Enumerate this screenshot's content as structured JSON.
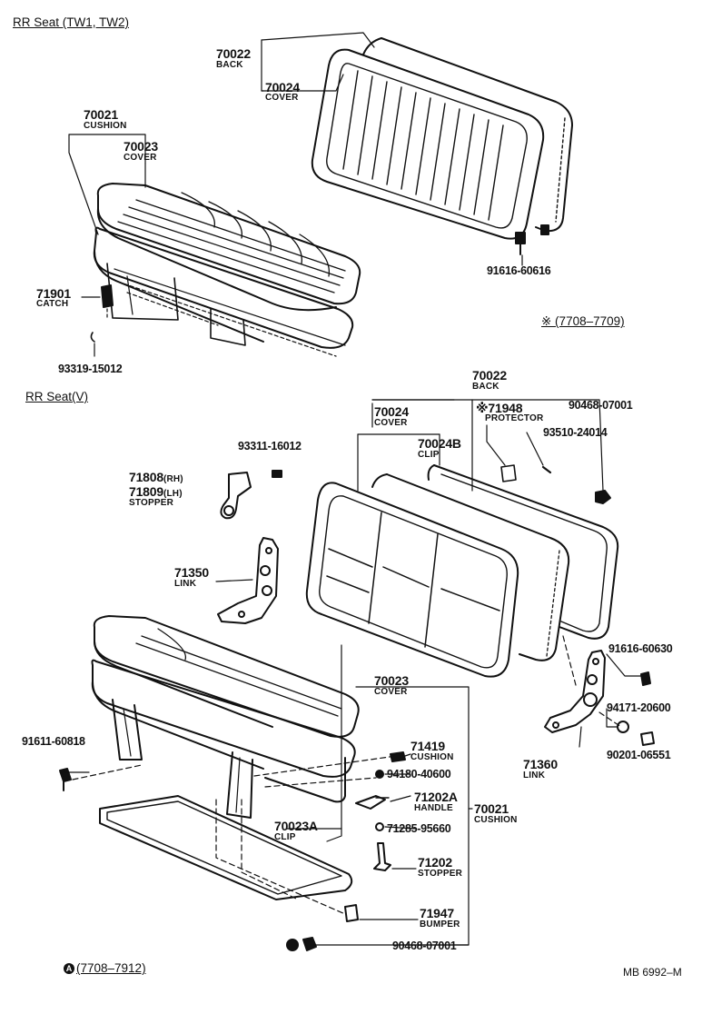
{
  "section_tw": {
    "title": "RR Seat (TW1, TW2)",
    "back": {
      "number": "70022",
      "name": "BACK"
    },
    "back_cover": {
      "number": "70024",
      "name": "COVER"
    },
    "cushion": {
      "number": "70021",
      "name": "CUSHION"
    },
    "cushion_cover": {
      "number": "70023",
      "name": "COVER"
    },
    "catch": {
      "number": "71901",
      "name": "CATCH"
    },
    "screw": "93319-15012",
    "bolt": "91616-60616",
    "code_note": "※ (7708–7709)"
  },
  "section_v": {
    "title": "RR Seat(V)",
    "back": {
      "number": "70022",
      "name": "BACK"
    },
    "protector": {
      "mark": "※",
      "number": "71948",
      "name": "PROTECTOR"
    },
    "nut_top": "90468-07001",
    "back_cover": {
      "number": "70024",
      "name": "COVER"
    },
    "screw_top": "93510-24014",
    "clip_b": {
      "number": "70024B",
      "name": "CLIP"
    },
    "screw_left": "93311-16012",
    "stopper_rh": {
      "number": "71808",
      "suffix": "(RH)"
    },
    "stopper_lh": {
      "number": "71809",
      "suffix": "(LH)",
      "name": "STOPPER"
    },
    "link_left": {
      "number": "71350",
      "name": "LINK"
    },
    "bolt_right": "91616-60630",
    "washer_right": "94171-20600",
    "nut_right": "90201-06551",
    "link_right": {
      "number": "71360",
      "name": "LINK"
    },
    "cushion_cover": {
      "number": "70023",
      "name": "COVER"
    },
    "bolt_left": "91611-60818",
    "cushion_pad": {
      "number": "71419",
      "name": "CUSHION"
    },
    "nut_mid": "94180-40600",
    "handle": {
      "number": "71202A",
      "name": "HANDLE"
    },
    "cushion": {
      "number": "70021",
      "name": "CUSHION"
    },
    "spring_mid": "71285-95660",
    "clip_a": {
      "number": "70023A",
      "name": "CLIP"
    },
    "stopper": {
      "number": "71202",
      "name": "STOPPER"
    },
    "bumper": {
      "number": "71947",
      "name": "BUMPER"
    },
    "nut_bottom": "90468-07001"
  },
  "footer": {
    "code_mark": "A",
    "code_note": "(7708–7912)",
    "ref": "MB 6992–M"
  }
}
